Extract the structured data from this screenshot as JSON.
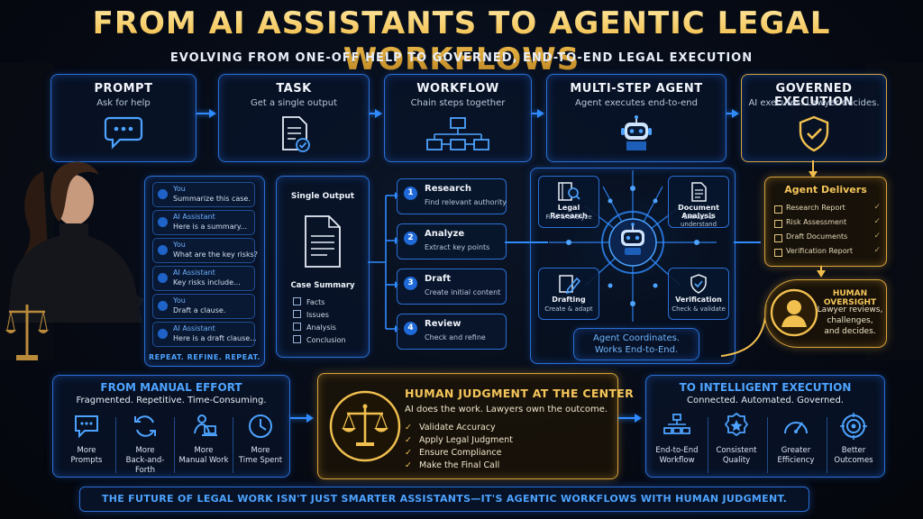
{
  "header": {
    "title": "FROM AI ASSISTANTS TO AGENTIC LEGAL WORKFLOWS",
    "subtitle": "EVOLVING FROM ONE-OFF HELP TO GOVERNED, END-TO-END LEGAL EXECUTION"
  },
  "stages": [
    {
      "title": "PROMPT",
      "subtitle": "Ask for help",
      "icon": "chat-bubble-icon"
    },
    {
      "title": "TASK",
      "subtitle": "Get a single output",
      "icon": "document-check-icon"
    },
    {
      "title": "WORKFLOW",
      "subtitle": "Chain steps together",
      "icon": "flowchart-icon"
    },
    {
      "title": "MULTI-STEP AGENT",
      "subtitle": "Agent executes end-to-end",
      "icon": "robot-icon"
    },
    {
      "title": "GOVERNED EXECUTION",
      "subtitle": "AI executes. Lawyer decides.",
      "icon": "shield-check-icon"
    }
  ],
  "chat": {
    "messages": [
      {
        "who": "You",
        "text": "Summarize this case."
      },
      {
        "who": "AI Assistant",
        "text": "Here is a summary..."
      },
      {
        "who": "You",
        "text": "What are the key risks?"
      },
      {
        "who": "AI Assistant",
        "text": "Key risks include..."
      },
      {
        "who": "You",
        "text": "Draft a clause."
      },
      {
        "who": "AI Assistant",
        "text": "Here is a draft clause..."
      }
    ],
    "footer": "REPEAT. REFINE. REPEAT."
  },
  "single_output": {
    "title": "Single Output",
    "doc_title": "Case Summary",
    "items": [
      "Facts",
      "Issues",
      "Analysis",
      "Conclusion"
    ]
  },
  "workflow_steps": [
    {
      "num": "1",
      "name": "Research",
      "desc": "Find relevant authority"
    },
    {
      "num": "2",
      "name": "Analyze",
      "desc": "Extract key points"
    },
    {
      "num": "3",
      "name": "Draft",
      "desc": "Create initial content"
    },
    {
      "num": "4",
      "name": "Review",
      "desc": "Check and refine"
    }
  ],
  "agent_nodes": [
    {
      "name": "Legal Research",
      "desc": "Find & analyze",
      "icon": "book-search-icon"
    },
    {
      "name": "Document Analysis",
      "desc": "Extract & understand",
      "icon": "document-icon"
    },
    {
      "name": "Drafting",
      "desc": "Create & adapt",
      "icon": "pen-icon"
    },
    {
      "name": "Verification",
      "desc": "Check & validate",
      "icon": "shield-check-icon"
    }
  ],
  "agent_caption": {
    "line1": "Agent Coordinates.",
    "line2": "Works End-to-End."
  },
  "agent_delivers": {
    "title": "Agent Delivers",
    "items": [
      "Research Report",
      "Risk Assessment",
      "Draft Documents",
      "Verification Report"
    ]
  },
  "human_oversight": {
    "title": "HUMAN OVERSIGHT",
    "lines": [
      "Lawyer reviews,",
      "challenges,",
      "and decides."
    ]
  },
  "manual": {
    "title": "FROM MANUAL EFFORT",
    "subtitle": "Fragmented. Repetitive. Time-Consuming.",
    "items": [
      {
        "line1": "More",
        "line2": "Prompts",
        "icon": "chat-icon"
      },
      {
        "line1": "More",
        "line2": "Back-and-Forth",
        "icon": "refresh-icon"
      },
      {
        "line1": "More",
        "line2": "Manual Work",
        "icon": "person-laptop-icon"
      },
      {
        "line1": "More",
        "line2": "Time Spent",
        "icon": "clock-icon"
      }
    ]
  },
  "judgment": {
    "title": "HUMAN JUDGMENT AT THE CENTER",
    "subtitle": "AI does the work. Lawyers own the outcome.",
    "items": [
      "Validate Accuracy",
      "Apply Legal Judgment",
      "Ensure Compliance",
      "Make the Final Call"
    ]
  },
  "intelligent": {
    "title": "TO INTELLIGENT EXECUTION",
    "subtitle": "Connected. Automated. Governed.",
    "items": [
      {
        "line1": "End-to-End",
        "line2": "Workflow",
        "icon": "flowchart-icon"
      },
      {
        "line1": "Consistent",
        "line2": "Quality",
        "icon": "badge-star-icon"
      },
      {
        "line1": "Greater",
        "line2": "Efficiency",
        "icon": "gauge-icon"
      },
      {
        "line1": "Better",
        "line2": "Outcomes",
        "icon": "target-icon"
      }
    ]
  },
  "footer": {
    "text": "THE FUTURE OF LEGAL WORK ISN'T JUST SMARTER ASSISTANTS—IT'S AGENTIC WORKFLOWS WITH HUMAN JUDGMENT."
  },
  "colors": {
    "accent_blue": "#2f8bff",
    "accent_gold": "#f2c04f",
    "background": "#05070d"
  }
}
